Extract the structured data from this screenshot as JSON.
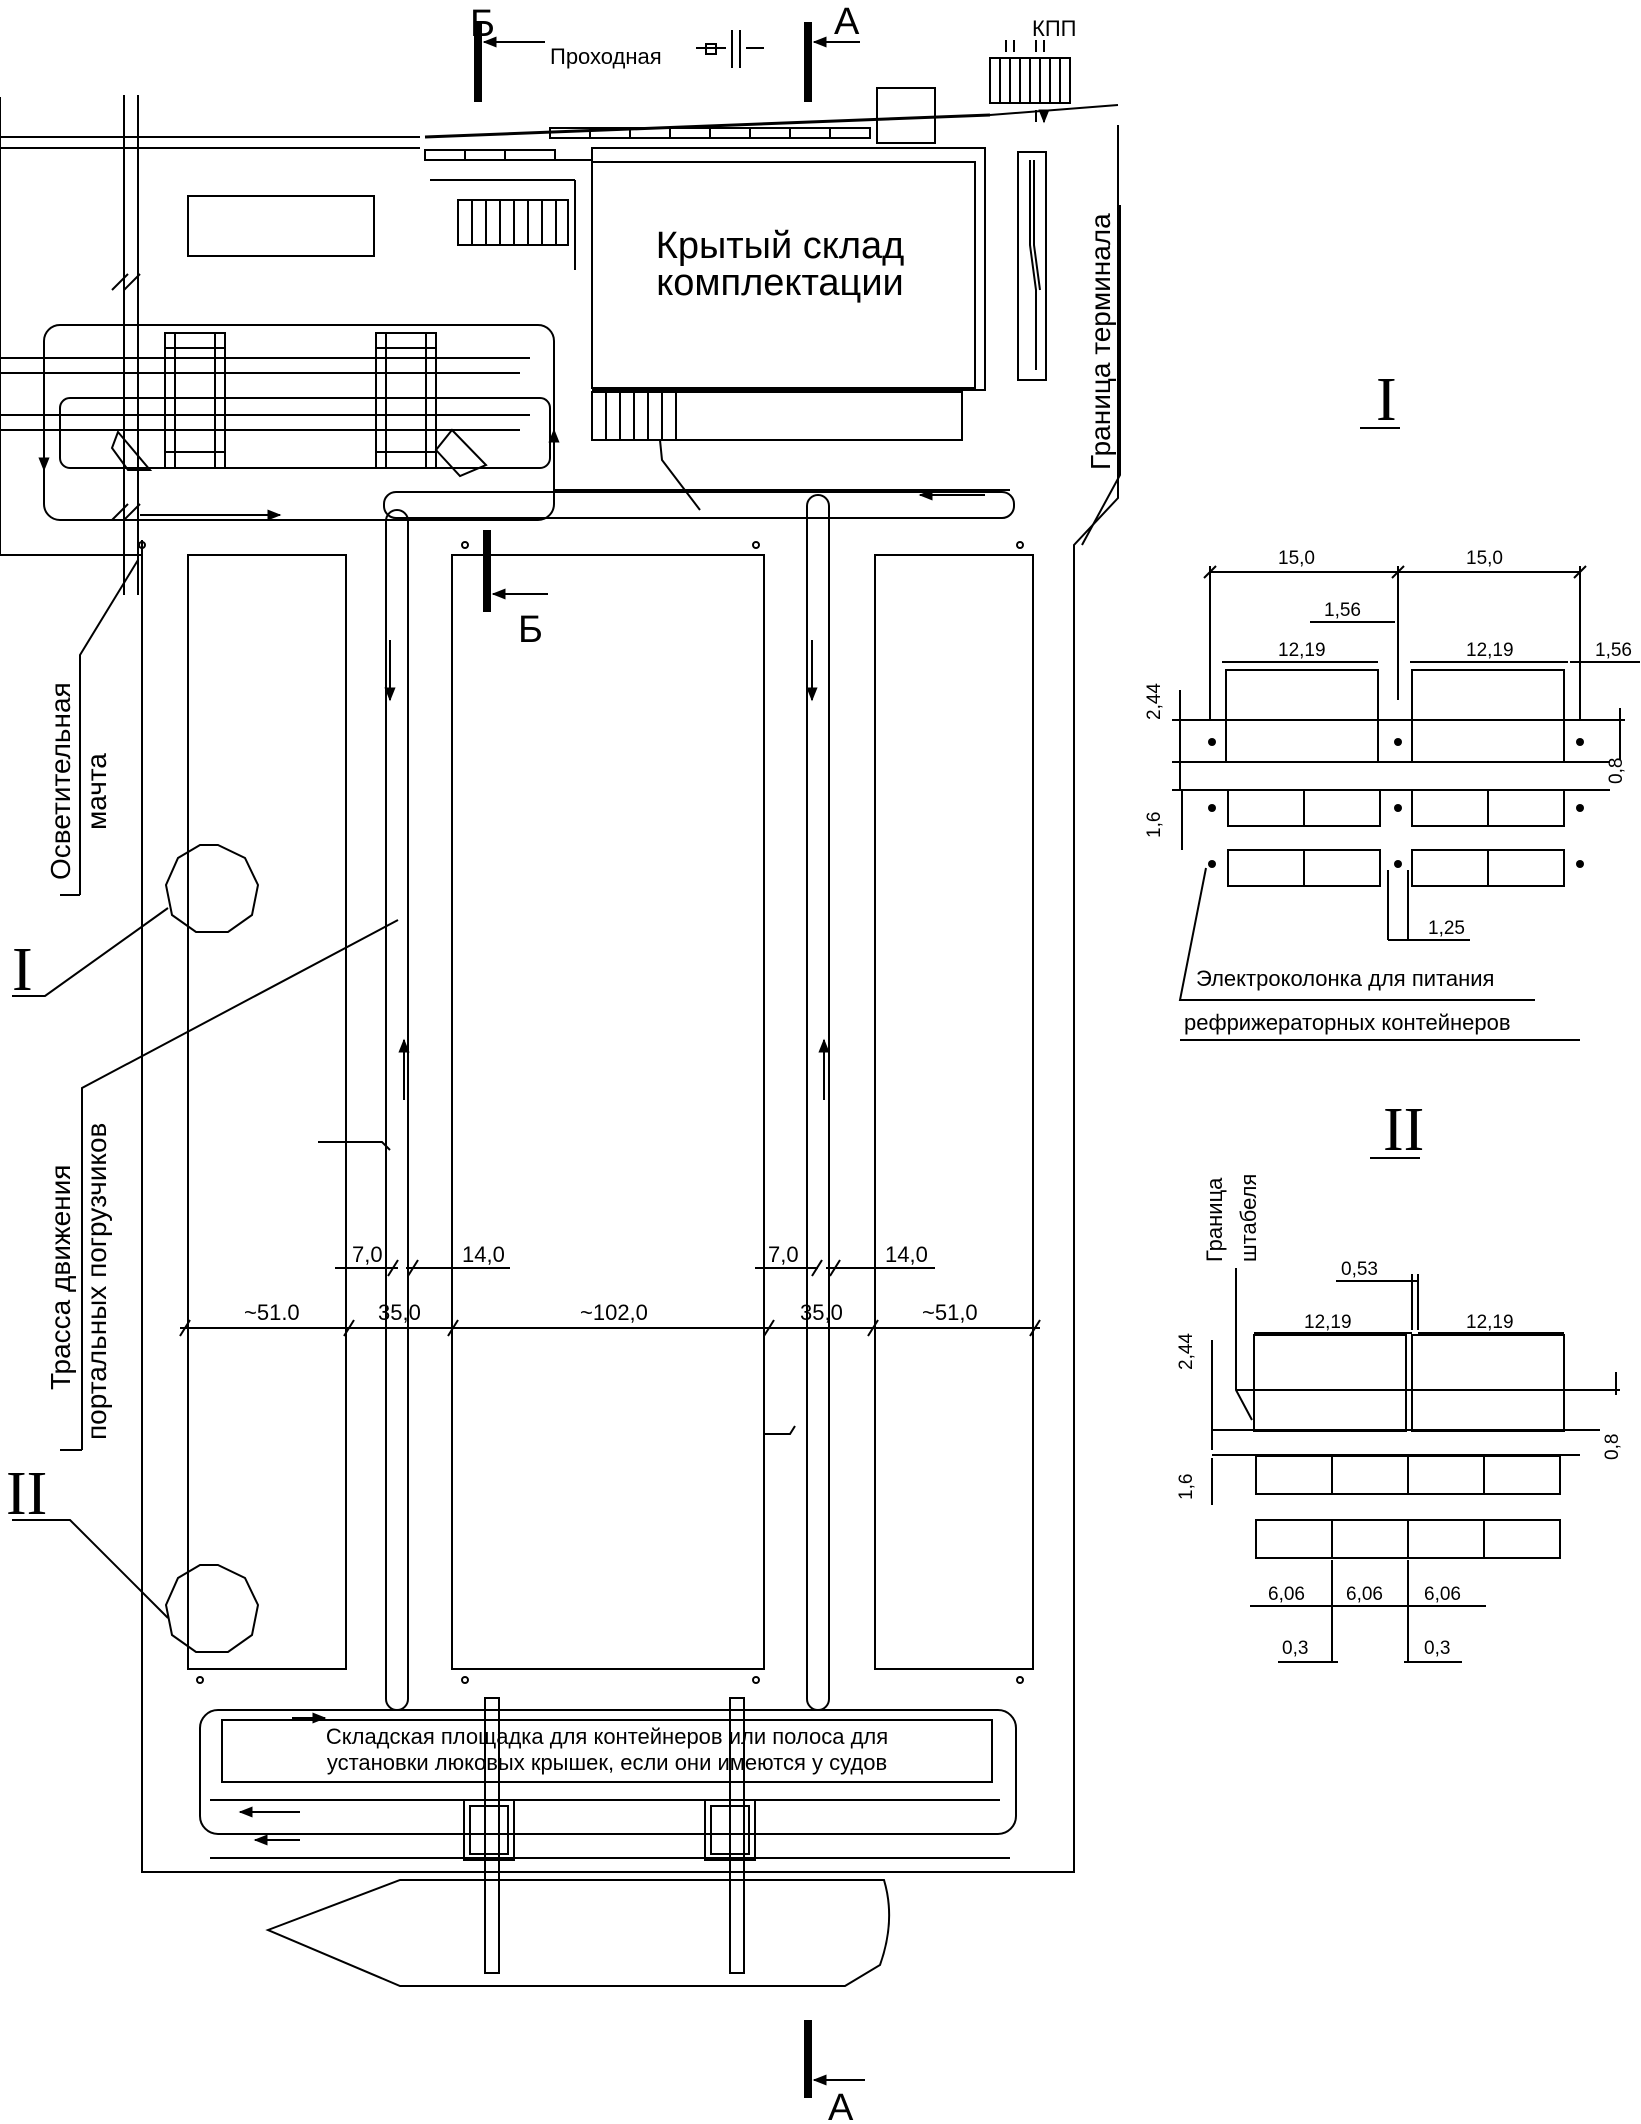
{
  "main_plan": {
    "gate_label": "Проходная",
    "checkpoint_label": "КПП",
    "warehouse_label_line1": "Крытый склад",
    "warehouse_label_line2": "комплектации",
    "terminal_boundary_label": "Граница терминала",
    "lighting_mast_line1": "Осветительная",
    "lighting_mast_line2": "мачта",
    "carrier_route_line1": "Трасса движения",
    "carrier_route_line2": "портальных погрузчиков",
    "section_a": "А",
    "section_b": "Б",
    "detail_1_marker": "I",
    "detail_2_marker": "II",
    "quay_text_line1": "Складская площадка для контейнеров или полоса для",
    "quay_text_line2": "установки люковых крышек, если они имеются у судов",
    "dimensions": {
      "lane_left": "7,0",
      "lane_right": "14,0",
      "lane_left_2": "7,0",
      "lane_right_2": "14,0",
      "block_left": "~51.0",
      "road_1": "35,0",
      "block_mid": "~102,0",
      "road_2": "35,0",
      "block_right": "~51,0"
    }
  },
  "detail_1": {
    "title": "I",
    "dim_total_1": "15,0",
    "dim_total_2": "15,0",
    "dim_gap_top": "1,56",
    "dim_len_1": "12,19",
    "dim_len_2": "12,19",
    "dim_gap_right": "1,56",
    "dim_width": "2,44",
    "dim_row_gap": "1,6",
    "dim_clearance": "0,8",
    "dim_column": "1,25",
    "caption_line1": "Электроколонка для питания",
    "caption_line2": "рефрижераторных контейнеров"
  },
  "detail_2": {
    "title": "II",
    "stack_boundary_line1": "Граница",
    "stack_boundary_line2": "штабеля",
    "dim_gap": "0,53",
    "dim_len_1": "12,19",
    "dim_len_2": "12,19",
    "dim_width": "2,44",
    "dim_row_gap": "1,6",
    "dim_clearance": "0,8",
    "dim_short_1": "6,06",
    "dim_short_2": "6,06",
    "dim_short_3": "6,06",
    "dim_gap_1": "0,3",
    "dim_gap_2": "0,3"
  }
}
